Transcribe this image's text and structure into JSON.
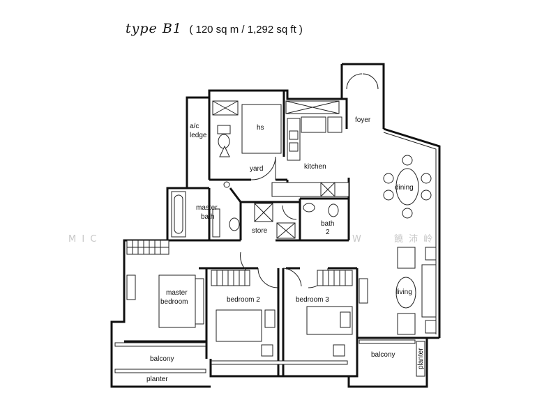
{
  "title": {
    "type_label": "type B1",
    "area": "( 120 sq m / 1,292 sq ft )"
  },
  "rooms": {
    "ac_ledge_line1": "a/c",
    "ac_ledge_line2": "ledge",
    "hs": "hs",
    "foyer": "foyer",
    "yard": "yard",
    "kitchen": "kitchen",
    "dining": "dining",
    "master_bath_line1": "master",
    "master_bath_line2": "bath",
    "store": "store",
    "bath2_line1": "bath",
    "bath2_line2": "2",
    "master_bedroom_line1": "master",
    "master_bedroom_line2": "bedroom",
    "bedroom2": "bedroom 2",
    "bedroom3": "bedroom 3",
    "living": "living",
    "balcony_left": "balcony",
    "balcony_right": "balcony",
    "planter_bottom": "planter",
    "planter_right": "planter"
  },
  "watermark": {
    "left": "M I C",
    "right_letter": "W",
    "chinese": "饒 沛 岭"
  }
}
